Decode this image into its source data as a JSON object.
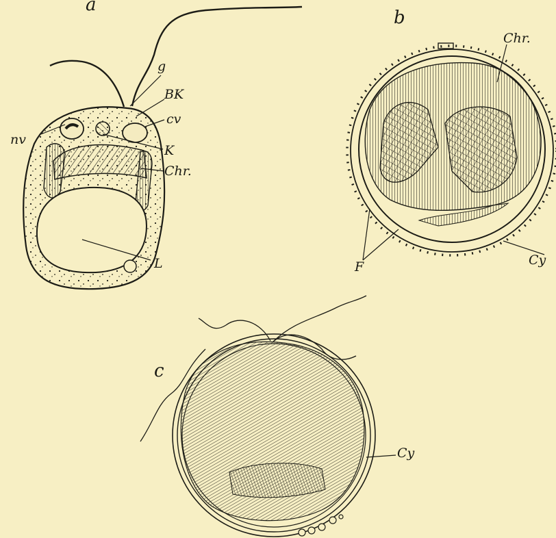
{
  "figure": {
    "panels": [
      {
        "id": "a",
        "label": "a"
      },
      {
        "id": "b",
        "label": "b"
      },
      {
        "id": "c",
        "label": "c"
      }
    ],
    "panel_a_labels": {
      "g": "g",
      "bk": "BK",
      "nv": "nv",
      "cv": "cv",
      "k": "K",
      "chr": "Chr.",
      "l": "L"
    },
    "panel_b_labels": {
      "chr": "Chr.",
      "cy": "Cy",
      "f": "F"
    },
    "panel_c_labels": {
      "cy": "Cy"
    },
    "colors": {
      "paper": "#f7efc4",
      "ink": "#1c1c16",
      "cell_fill": "#efe5b4"
    }
  }
}
